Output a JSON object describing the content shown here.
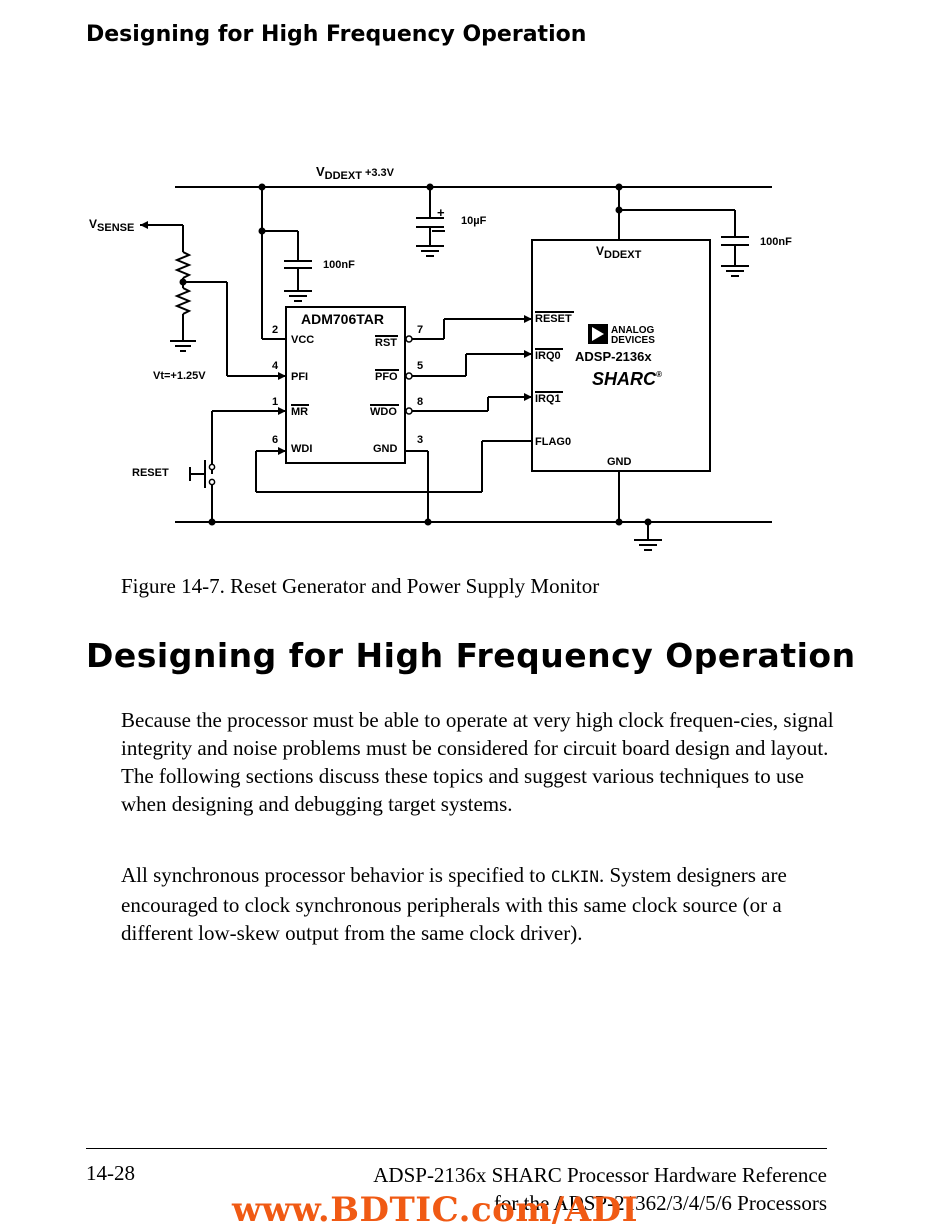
{
  "header": {
    "running_title": "Designing for High Frequency Operation"
  },
  "figure": {
    "supply_label": "V",
    "supply_sub": "DDEXT",
    "supply_value": "+3.3V",
    "vsense_label": "V",
    "vsense_sub": "SENSE",
    "vt_label": "Vt=+1.25V",
    "reset_switch_label": "RESET",
    "cap_100nf_left": "100nF",
    "cap_10uf": "10µF",
    "cap_100nf_right": "100nF",
    "plus_sign": "+",
    "supervisor": {
      "name": "ADM706TAR",
      "pins_left": [
        {
          "num": "2",
          "name": "VCC"
        },
        {
          "num": "4",
          "name": "PFI"
        },
        {
          "num": "1",
          "name": "MR"
        },
        {
          "num": "6",
          "name": "WDI"
        }
      ],
      "pins_right": [
        {
          "num": "7",
          "name": "RST"
        },
        {
          "num": "5",
          "name": "PFO"
        },
        {
          "num": "8",
          "name": "WDO"
        },
        {
          "num": "3",
          "name": "GND"
        }
      ]
    },
    "processor": {
      "vddext_label": "V",
      "vddext_sub": "DDEXT",
      "pins": [
        "RESET",
        "IRQ0",
        "IRQ1",
        "FLAG0"
      ],
      "gnd_label": "GND",
      "logo_line1": "ANALOG",
      "logo_line2": "DEVICES",
      "part_name": "ADSP-2136x",
      "brand": "SHARC",
      "brand_mark": "®"
    },
    "caption": "Figure 14-7. Reset Generator and Power Supply Monitor"
  },
  "section": {
    "heading": "Designing for High Frequency Operation",
    "para1": "Because the processor must be able to operate at very high clock frequen-cies, signal integrity and noise problems must be considered for circuit board design and layout. The following sections discuss these topics and suggest various techniques to use when designing and debugging target systems.",
    "para2_before": "All synchronous processor behavior is specified to ",
    "para2_code": "CLKIN",
    "para2_after": ". System designers are encouraged to clock synchronous peripherals with this same clock source (or a different low-skew output from the same clock driver)."
  },
  "footer": {
    "page_number": "14-28",
    "title_line1": "ADSP-2136x SHARC Processor Hardware Reference",
    "title_line2": "for the ADSP-21362/3/4/5/6 Processors"
  },
  "watermark": "www.BDTIC.com/ADI"
}
